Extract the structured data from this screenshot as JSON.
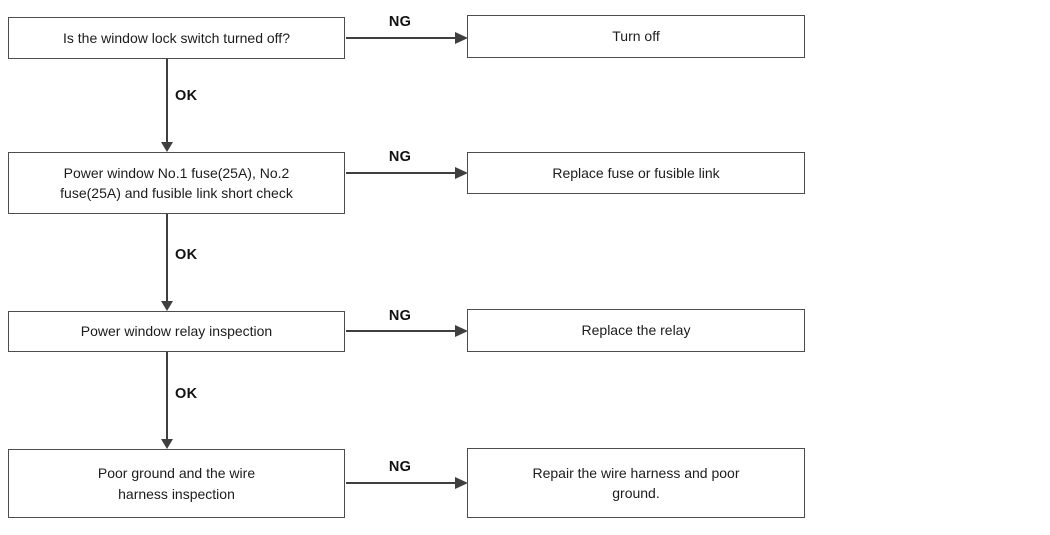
{
  "flowchart": {
    "type": "troubleshooting-flow",
    "colors": {
      "background": "#ffffff",
      "box_border": "#4d4d4d",
      "line": "#3f3f3f",
      "text": "#1c1c1c"
    },
    "steps": [
      {
        "check": "Is the window lock switch turned off?",
        "fail_label": "NG",
        "action": "Turn off",
        "pass_label": "OK"
      },
      {
        "check": "Power window No.1 fuse(25A), No.2\nfuse(25A) and fusible link short check",
        "fail_label": "NG",
        "action": "Replace fuse or fusible link",
        "pass_label": "OK"
      },
      {
        "check": "Power window relay inspection",
        "fail_label": "NG",
        "action": "Replace the relay",
        "pass_label": "OK"
      },
      {
        "check": "Poor ground and the wire\nharness inspection",
        "fail_label": "NG",
        "action": "Repair the wire harness and poor\nground."
      }
    ]
  }
}
